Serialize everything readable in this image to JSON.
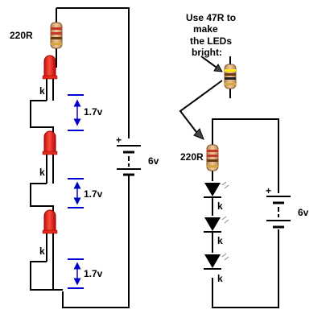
{
  "left_circuit": {
    "resistor_label": "220R",
    "battery_label": "6v",
    "battery_plus": "+",
    "led_labels": [
      "k",
      "k",
      "k"
    ],
    "voltage_labels": [
      "1.7v",
      "1.7v",
      "1.7v"
    ]
  },
  "right_circuit": {
    "note_lines": [
      "Use 47R to",
      "make",
      "the LEDs",
      "bright:"
    ],
    "resistor_label": "220R",
    "battery_label": "6v",
    "battery_plus": "+",
    "led_labels": [
      "k",
      "k",
      "k"
    ]
  },
  "colors": {
    "wire": "#000000",
    "measure": "#0000cc",
    "led_red": "#e8201a",
    "resistor_body": "#d7a878",
    "highlight": "#ffee00"
  }
}
